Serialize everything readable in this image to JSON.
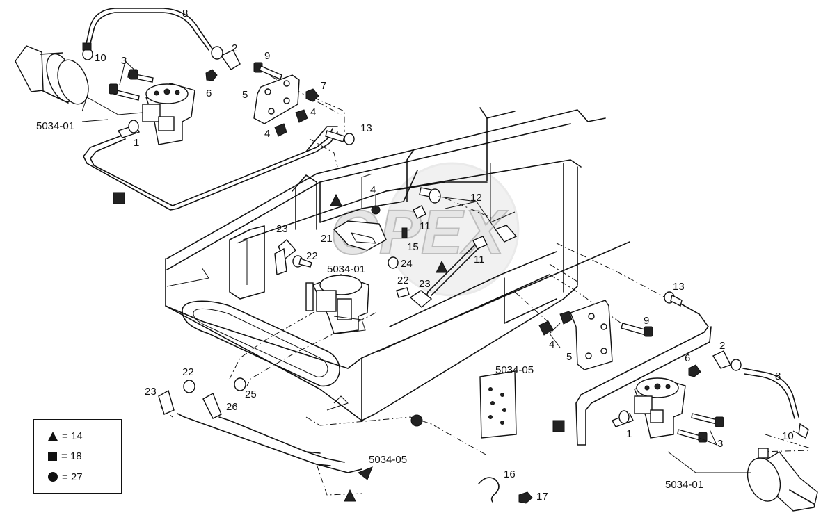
{
  "watermark": "OPEX",
  "labels": {
    "l8a": "8",
    "l10a": "10",
    "l2a": "2",
    "l9a": "9",
    "l3a": "3",
    "l6a": "6",
    "l5a": "5",
    "l7a": "7",
    "l4a": "4",
    "l4b": "4",
    "l13a": "13",
    "l5034a": "5034-01",
    "l1a": "1",
    "l4c": "4",
    "l12": "12",
    "l11a": "11",
    "l23a": "23",
    "l21": "21",
    "l15": "15",
    "l22a": "22",
    "l5034b": "5034-01",
    "l24": "24",
    "l11b": "11",
    "l22b": "22",
    "l23b": "23",
    "l13b": "13",
    "l9b": "9",
    "l4d": "4",
    "l5b": "5",
    "l2b": "2",
    "l6b": "6",
    "l8b": "8",
    "l5034c": "5034-05",
    "l1b": "1",
    "l3b": "3",
    "l10b": "10",
    "l5034d": "5034-01",
    "l22c": "22",
    "l25": "25",
    "l23c": "23",
    "l26": "26",
    "l5034e": "5034-05",
    "l16": "16",
    "l17": "17"
  },
  "legend": {
    "triangle": "= 14",
    "square": "= 18",
    "circle": "= 27"
  }
}
